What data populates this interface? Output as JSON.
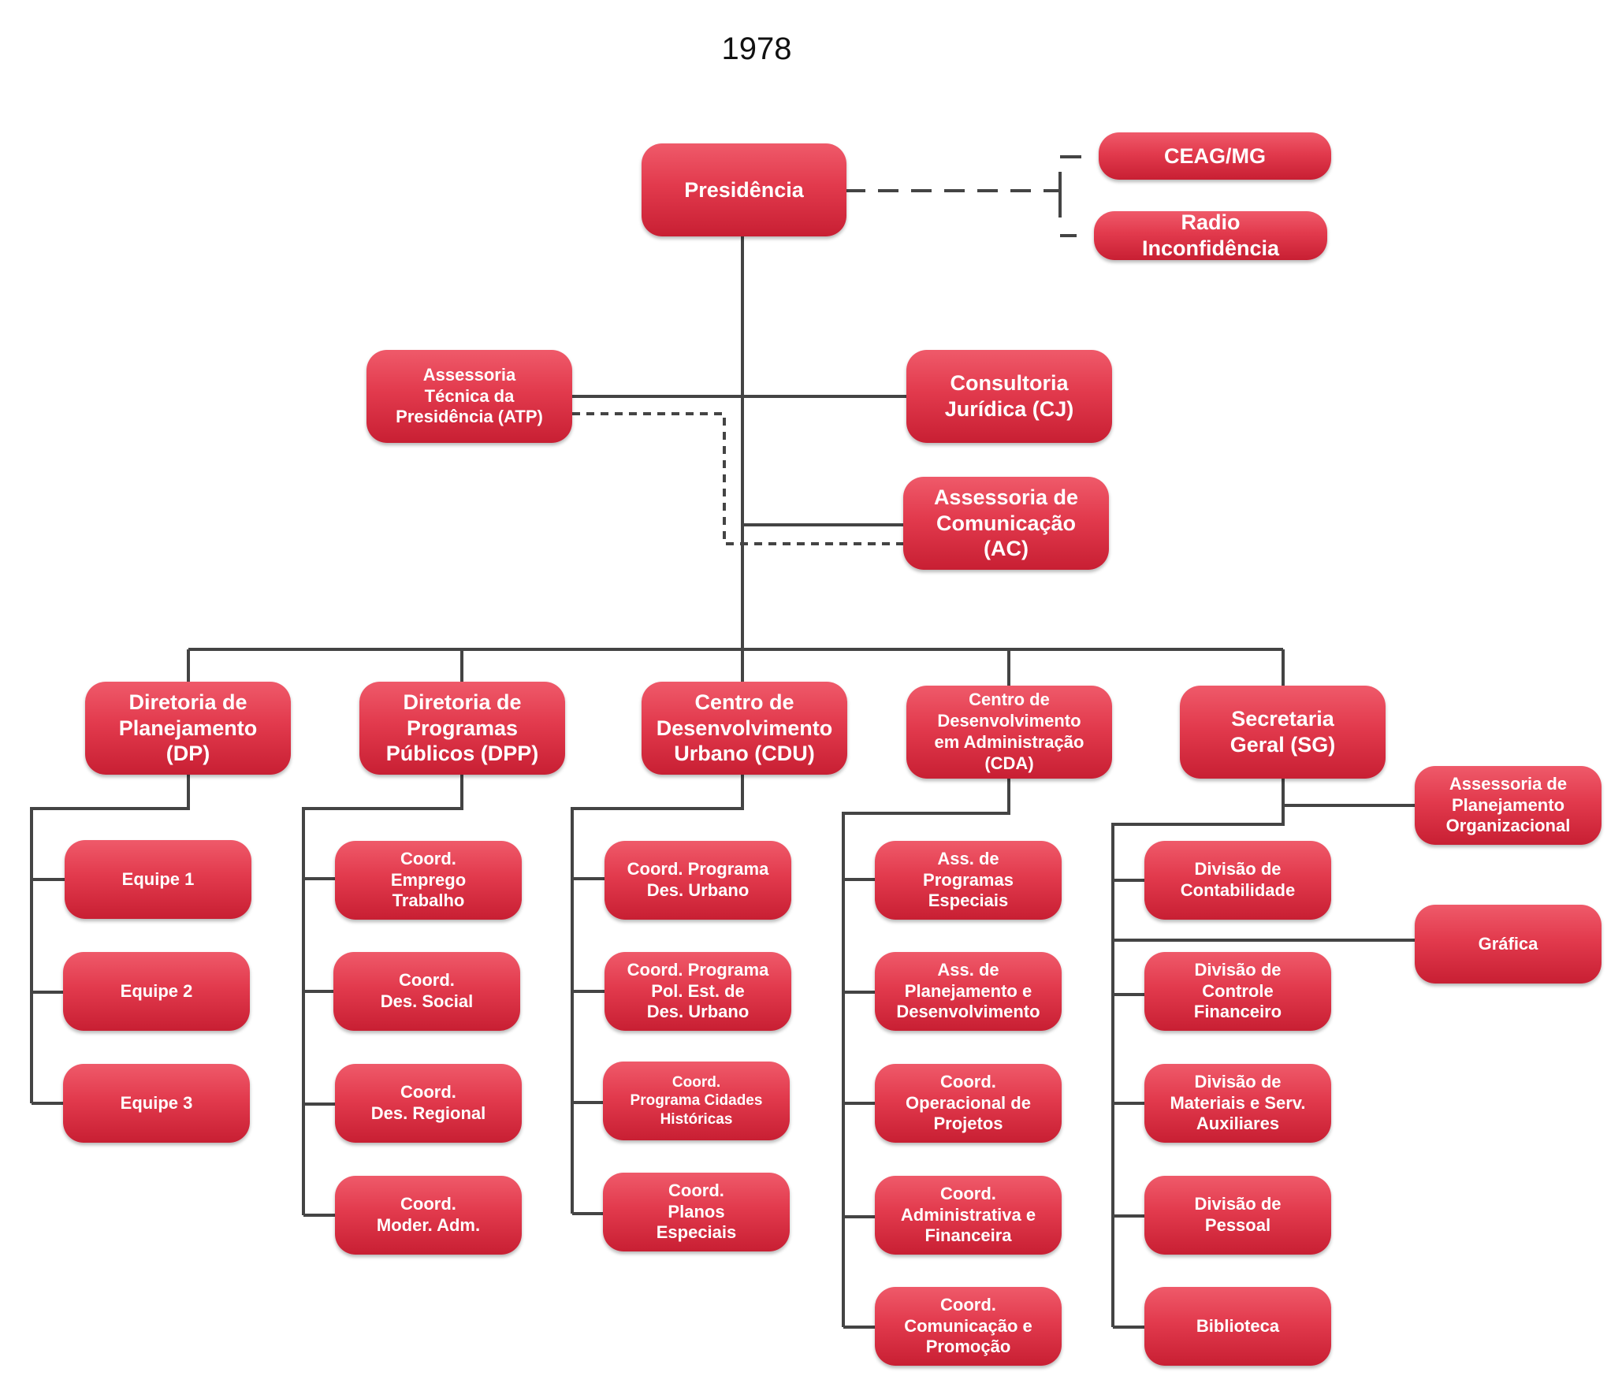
{
  "title": "1978",
  "palette": {
    "box": "#e23a4d",
    "box_dark": "#c81f33",
    "line": "#444444"
  },
  "nodes": {
    "presidencia": "Presidência",
    "ceag": "CEAG/MG",
    "radio": "Radio\nInconfidência",
    "atp": "Assessoria\nTécnica da\nPresidência (ATP)",
    "cj": "Consultoria\nJurídica (CJ)",
    "ac": "Assessoria de\nComunicação\n(AC)",
    "dp": "Diretoria de\nPlanejamento\n(DP)",
    "dpp": "Diretoria de\nProgramas\nPúblicos (DPP)",
    "cdu": "Centro de\nDesenvolvimento\nUrbano (CDU)",
    "cda": "Centro de\nDesenvolvimento\nem Administração\n(CDA)",
    "sg": "Secretaria\nGeral (SG)",
    "apo": "Assessoria de\nPlanejamento\nOrganizacional",
    "grafica": "Gráfica"
  },
  "dp_children": [
    "Equipe 1",
    "Equipe 2",
    "Equipe 3"
  ],
  "dpp_children": [
    "Coord.\nEmprego\nTrabalho",
    "Coord.\nDes. Social",
    "Coord.\nDes. Regional",
    "Coord.\nModer. Adm."
  ],
  "cdu_children": [
    "Coord. Programa\nDes. Urbano",
    "Coord. Programa\nPol. Est. de\nDes. Urbano",
    "Coord.\nPrograma Cidades\nHistóricas",
    "Coord.\nPlanos\nEspeciais"
  ],
  "cda_children": [
    "Ass. de\nProgramas\nEspeciais",
    "Ass. de\nPlanejamento e\nDesenvolvimento",
    "Coord.\nOperacional de\nProjetos",
    "Coord.\nAdministrativa e\nFinanceira",
    "Coord.\nComunicação e\nPromoção"
  ],
  "sg_children": [
    "Divisão de\nContabilidade",
    "Divisão de\nControle\nFinanceiro",
    "Divisão de\nMateriais e Serv.\nAuxiliares",
    "Divisão de\nPessoal",
    "Biblioteca"
  ]
}
